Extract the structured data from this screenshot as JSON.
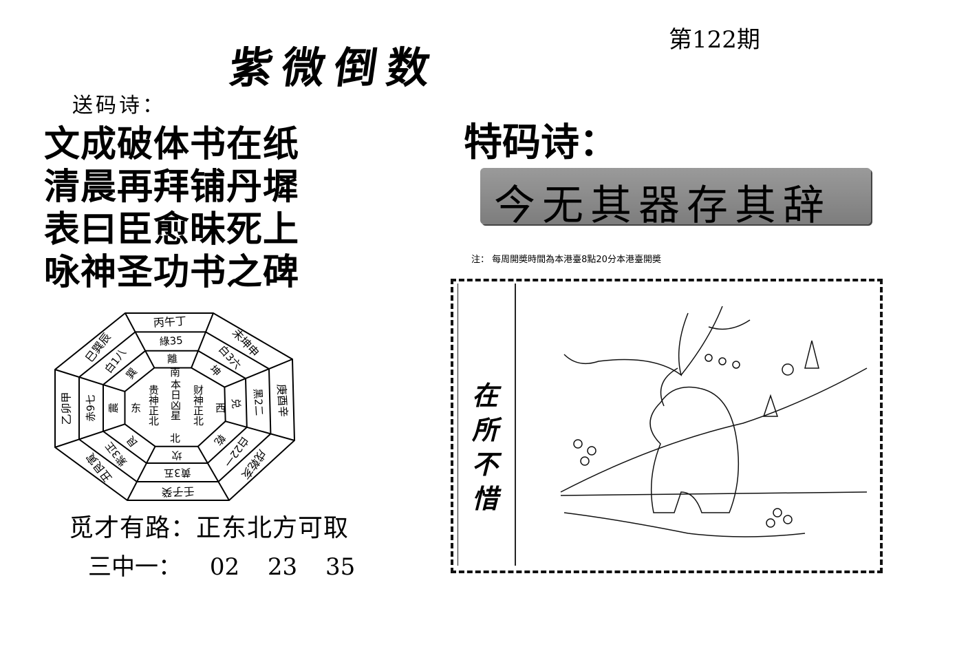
{
  "header": {
    "title": "紫微倒数",
    "issue": "第122期"
  },
  "gift_poem": {
    "label": "送码诗：",
    "lines": [
      "文成破体书在纸",
      "清晨再拜铺丹墀",
      "表曰臣愈昧死上",
      "咏神圣功书之碑"
    ]
  },
  "special_poem": {
    "label": "特码诗：",
    "text": "今无其器存其辞"
  },
  "note": "注：  每周開奬時間為本港臺8點20分本港臺開奬",
  "picture": {
    "caption": "在所不惜"
  },
  "bagua": {
    "outer": [
      "丙午丁",
      "未坤申",
      "庚酉辛",
      "戌乾亥",
      "壬子癸",
      "丑艮寅",
      "乙卯甲",
      "巳巽辰"
    ],
    "middle": [
      "綠35",
      "白3六",
      "黑2二",
      "白22一",
      "黄3五",
      "紫3正",
      "赤9七",
      "白1八"
    ],
    "inner": [
      "離",
      "坤",
      "兑",
      "乾",
      "坎",
      "艮",
      "震",
      "巽"
    ],
    "directions": {
      "south": "南",
      "west": "西",
      "east": "东",
      "north": "北"
    },
    "center": {
      "noble": "贵神正北",
      "evil": "本日凶星",
      "wealth": "财神正北"
    }
  },
  "wealth_route": "觅才有路：正东北方可取",
  "three_pick": {
    "label": "三中一：",
    "numbers": [
      "02",
      "23",
      "35"
    ]
  }
}
